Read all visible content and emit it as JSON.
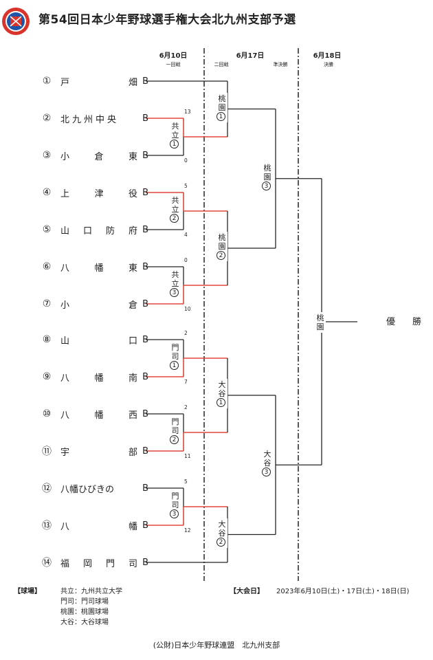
{
  "title": "第54回日本少年野球選手権大会北九州支部予選",
  "logo_icon": "league-emblem-icon",
  "colors": {
    "winner_line": "#e0463a",
    "line": "#222222",
    "logo_red": "#d9342b",
    "logo_blue": "#1e55a8"
  },
  "dates": [
    {
      "label": "6月10日",
      "rounds": [
        "一回戦"
      ]
    },
    {
      "label": "6月17日",
      "rounds": [
        "二回戦",
        "準決勝"
      ]
    },
    {
      "label": "6月18日",
      "rounds": [
        "決勝"
      ]
    }
  ],
  "teams": [
    {
      "num": "①",
      "name": "戸畑",
      "suffix": "B"
    },
    {
      "num": "②",
      "name": "北九州中央",
      "suffix": "B"
    },
    {
      "num": "③",
      "name": "小倉東",
      "suffix": "B"
    },
    {
      "num": "④",
      "name": "上津役",
      "suffix": "B"
    },
    {
      "num": "⑤",
      "name": "山口防府",
      "suffix": "B"
    },
    {
      "num": "⑥",
      "name": "八幡東",
      "suffix": "B"
    },
    {
      "num": "⑦",
      "name": "小倉",
      "suffix": "B"
    },
    {
      "num": "⑧",
      "name": "山口",
      "suffix": "B"
    },
    {
      "num": "⑨",
      "name": "八幡南",
      "suffix": "B"
    },
    {
      "num": "⑩",
      "name": "八幡西",
      "suffix": "B"
    },
    {
      "num": "⑪",
      "name": "宇部",
      "suffix": "B"
    },
    {
      "num": "⑫",
      "name": "八幡ひびきの",
      "suffix": "B"
    },
    {
      "num": "⑬",
      "name": "八幡",
      "suffix": "B"
    },
    {
      "num": "⑭",
      "name": "福岡門司",
      "suffix": "B"
    }
  ],
  "round1": [
    {
      "venue": "共立",
      "no": "①",
      "top_score": "13",
      "bottom_score": "0"
    },
    {
      "venue": "共立",
      "no": "②",
      "top_score": "5",
      "bottom_score": "4"
    },
    {
      "venue": "共立",
      "no": "③",
      "top_score": "0",
      "bottom_score": "10"
    },
    {
      "venue": "門司",
      "no": "①",
      "top_score": "2",
      "bottom_score": "7"
    },
    {
      "venue": "門司",
      "no": "②",
      "top_score": "2",
      "bottom_score": "11"
    },
    {
      "venue": "門司",
      "no": "③",
      "top_score": "5",
      "bottom_score": "12"
    }
  ],
  "round2": [
    {
      "venue": "桃園",
      "no": "①"
    },
    {
      "venue": "桃園",
      "no": "②"
    },
    {
      "venue": "大谷",
      "no": "①"
    },
    {
      "venue": "大谷",
      "no": "②"
    }
  ],
  "semis": [
    {
      "venue": "桃園",
      "no": "③"
    },
    {
      "venue": "大谷",
      "no": "③"
    }
  ],
  "final": {
    "venue": "桃園"
  },
  "champion_label": "優　勝",
  "venues": {
    "heading": "【球場】",
    "items": [
      "共立：九州共立大学",
      "門司：門司球場",
      "桃園：桃園球場",
      "大谷：大谷球場"
    ]
  },
  "schedule": {
    "heading": "【大会日】",
    "dates": "2023年6月10日(土)・17日(土)・18日(日)"
  },
  "organizer": "(公財)日本少年野球連盟　北九州支部"
}
